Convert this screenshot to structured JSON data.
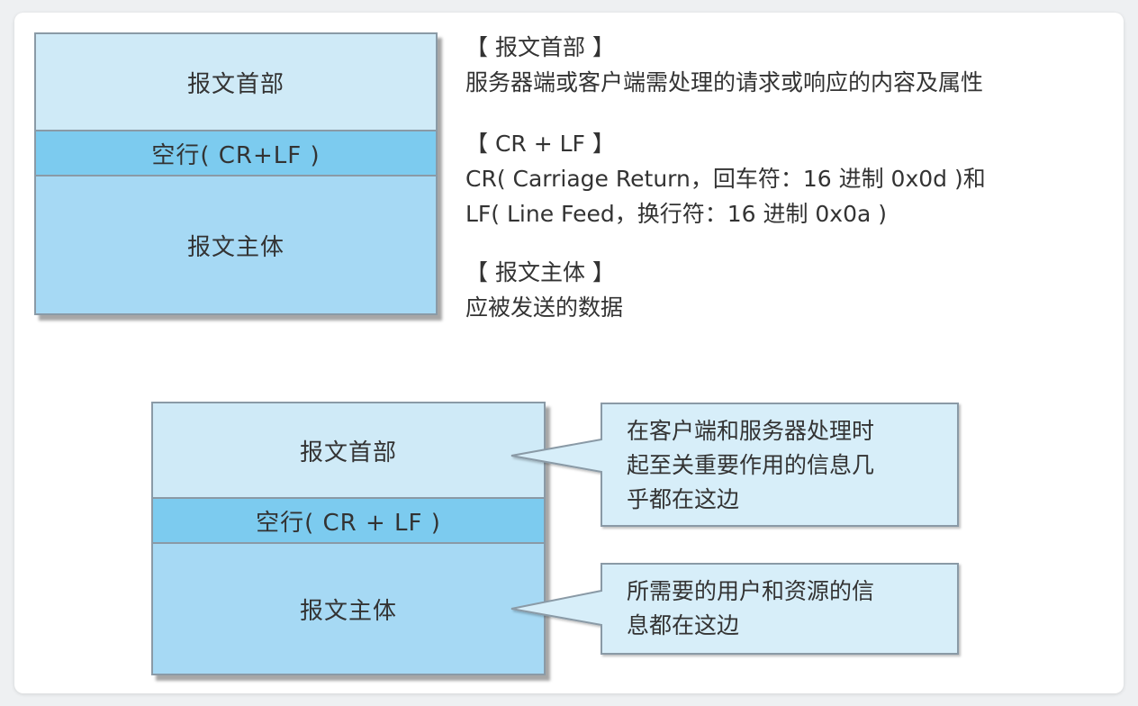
{
  "top_diagram": {
    "box": {
      "header": "报文首部",
      "crlf": "空行( CR+LF )",
      "body": "报文主体"
    },
    "descriptions": {
      "header_title": "【 报文首部 】",
      "header_text": "服务器端或客户端需处理的请求或响应的内容及属性",
      "crlf_title": "【 CR + LF 】",
      "crlf_line1": "CR( Carriage Return，回车符：16 进制 0x0d )和",
      "crlf_line2": "LF( Line Feed，换行符：16 进制 0x0a )",
      "body_title": "【 报文主体 】",
      "body_text": "应被发送的数据"
    }
  },
  "bottom_diagram": {
    "box": {
      "header": "报文首部",
      "crlf": "空行( CR + LF )",
      "body": "报文主体"
    },
    "callouts": {
      "header_line1": "在客户端和服务器处理时",
      "header_line2": "起至关重要作用的信息几",
      "header_line3": "乎都在这边",
      "body_line1": "所需要的用户和资源的信",
      "body_line2": "息都在这边"
    }
  },
  "colors": {
    "header_fill": "#cfeaf7",
    "crlf_fill": "#7ccbef",
    "body_fill": "#a6d9f4",
    "border": "#8a9aa6"
  }
}
